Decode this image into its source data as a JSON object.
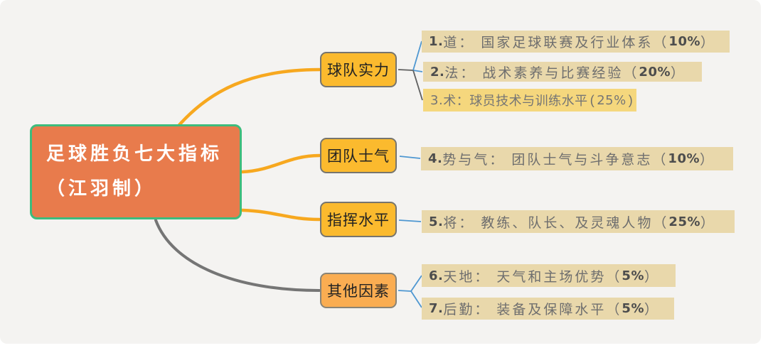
{
  "root": {
    "title_line1": "足球胜负七大指标",
    "title_line2": "（江羽制）",
    "fill": "#e87b4c",
    "border": "#3dbc7d",
    "text_color": "#ffffff"
  },
  "branches": [
    {
      "label": "球队实力",
      "fill": "#fbba2e"
    },
    {
      "label": "团队士气",
      "fill": "#fbba2e"
    },
    {
      "label": "指挥水平",
      "fill": "#fbba2e"
    },
    {
      "label": "其他因素",
      "fill": "#faad52"
    }
  ],
  "leaves": [
    {
      "num": "1.",
      "kw": "道：",
      "desc": "国家足球联赛及行业体系",
      "open": "（",
      "pct": "10%",
      "close": "）"
    },
    {
      "num": "2.",
      "kw": "法：",
      "desc": "战术素养与比赛经验",
      "open": "（",
      "pct": "20%",
      "close": "）"
    },
    {
      "num": "3.",
      "kw": "术：",
      "desc": "球员技术与训练水平",
      "open": "(",
      "pct": "25%",
      "close": ")"
    },
    {
      "num": "4.",
      "kw": "势与气：",
      "desc": "团队士气与斗争意志",
      "open": "（",
      "pct": "10%",
      "close": "）"
    },
    {
      "num": "5.",
      "kw": "将：",
      "desc": "教练、队长、及灵魂人物",
      "open": "（",
      "pct": "25%",
      "close": "）"
    },
    {
      "num": "6.",
      "kw": "天地：",
      "desc": "天气和主场优势",
      "open": "（",
      "pct": "5%",
      "close": "）"
    },
    {
      "num": "7.",
      "kw": "后勤：",
      "desc": "装备及保障水平",
      "open": "（",
      "pct": "5%",
      "close": "）"
    }
  ],
  "colors": {
    "canvas_bg": "#f4f3f1",
    "orange_connector": "#f7a81f",
    "gray_connector": "#6e6e6e",
    "blue_connector": "#4e97d1",
    "leaf_bg": "#e9d8ab",
    "leaf_alt_bg": "#f5d77d"
  }
}
